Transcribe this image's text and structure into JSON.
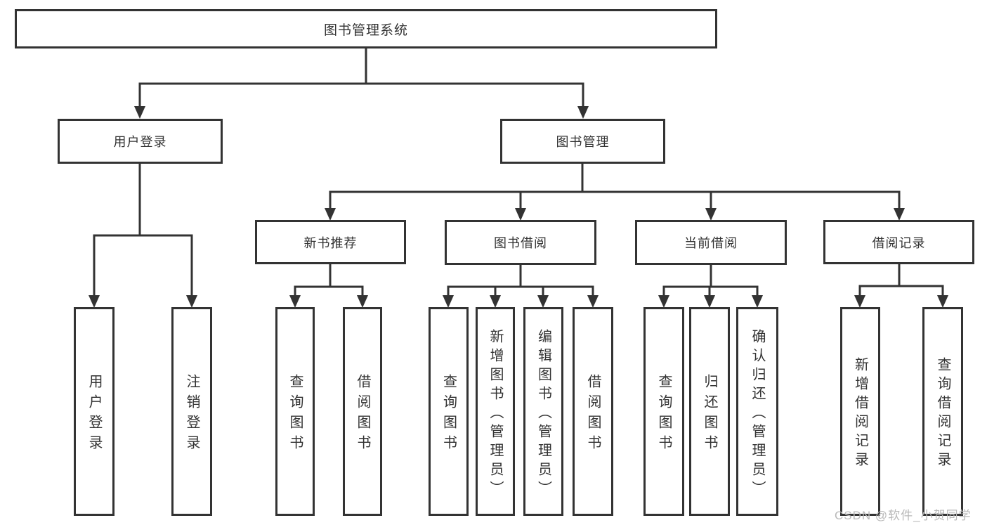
{
  "diagram": {
    "root": {
      "label": "图书管理系统"
    },
    "level2": [
      {
        "label": "用户登录",
        "children": [
          {
            "label": "用户登录"
          },
          {
            "label": "注销登录"
          }
        ]
      },
      {
        "label": "图书管理",
        "children": [
          {
            "label": "新书推荐",
            "children": [
              {
                "label": "查询图书"
              },
              {
                "label": "借阅图书"
              }
            ]
          },
          {
            "label": "图书借阅",
            "children": [
              {
                "label": "查询图书"
              },
              {
                "label": "新增图书（管理员）"
              },
              {
                "label": "编辑图书（管理员）"
              },
              {
                "label": "借阅图书"
              }
            ]
          },
          {
            "label": "当前借阅",
            "children": [
              {
                "label": "查询图书"
              },
              {
                "label": "归还图书"
              },
              {
                "label": "确认归还（管理员）"
              }
            ]
          },
          {
            "label": "借阅记录",
            "children": [
              {
                "label": "新增借阅记录"
              },
              {
                "label": "查询借阅记录"
              }
            ]
          }
        ]
      }
    ]
  },
  "watermark": {
    "text": "CSDN @软件_小贺同学",
    "color": "#b9b9b9"
  },
  "colors": {
    "line": "#333333",
    "box_border": "#333333",
    "text": "#333333",
    "background": "#ffffff"
  }
}
